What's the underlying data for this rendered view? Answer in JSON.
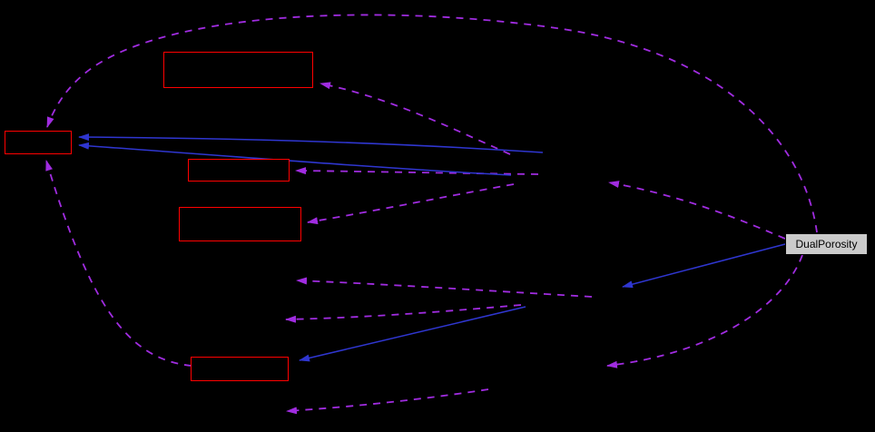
{
  "diagram": {
    "type": "doxygen-collaboration-graph",
    "current_node": {
      "label": "DualPorosity"
    },
    "colors": {
      "background": "#000000",
      "truncated_node_border": "#ff0000",
      "node_fill": "#000000",
      "current_node_fill": "#cbcbcb",
      "current_node_border": "#000000",
      "current_node_text": "#000000",
      "edge_usage": "#a02ce0",
      "edge_inheritance": "#2f36d0"
    },
    "nodes": [
      {
        "id": "box-top",
        "label": "",
        "style": "truncated-red"
      },
      {
        "id": "box-left",
        "label": "",
        "style": "truncated-red"
      },
      {
        "id": "box-mid-upper",
        "label": "",
        "style": "truncated-red"
      },
      {
        "id": "box-mid-lower",
        "label": "",
        "style": "truncated-red"
      },
      {
        "id": "box-bottom",
        "label": "",
        "style": "truncated-red"
      },
      {
        "id": "dualporosity",
        "label": "DualPorosity",
        "style": "current"
      }
    ],
    "edges": [
      {
        "from": "dualporosity",
        "to": "box-left",
        "style": "usage-dashed",
        "route": "arc-over-top"
      },
      {
        "from": "box-bottom",
        "to": "box-left",
        "style": "usage-dashed",
        "route": "arc-left-side"
      },
      {
        "from": "hidden-mid-right",
        "to": "box-top",
        "style": "usage-dashed"
      },
      {
        "from": "hidden-mid-right",
        "to": "box-mid-upper",
        "style": "usage-dashed"
      },
      {
        "from": "hidden-mid-right",
        "to": "box-mid-lower",
        "style": "usage-dashed"
      },
      {
        "from": "hidden-center",
        "to": "hidden-left-upper",
        "style": "usage-dashed"
      },
      {
        "from": "hidden-center",
        "to": "hidden-left-lower",
        "style": "usage-dashed"
      },
      {
        "from": "hidden-bottom-right",
        "to": "hidden-bottom-left",
        "style": "usage-dashed"
      },
      {
        "from": "dualporosity",
        "to": "hidden-mid-right",
        "style": "usage-dashed"
      },
      {
        "from": "dualporosity",
        "to": "hidden-bottom-right",
        "style": "usage-dashed"
      },
      {
        "from": "hidden-mid-right",
        "to": "box-left",
        "style": "inheritance-solid"
      },
      {
        "from": "hidden-mid-right",
        "to": "box-left",
        "style": "inheritance-solid"
      },
      {
        "from": "dualporosity",
        "to": "hidden-center",
        "style": "inheritance-solid"
      },
      {
        "from": "hidden-center",
        "to": "box-bottom",
        "style": "inheritance-solid"
      }
    ]
  }
}
